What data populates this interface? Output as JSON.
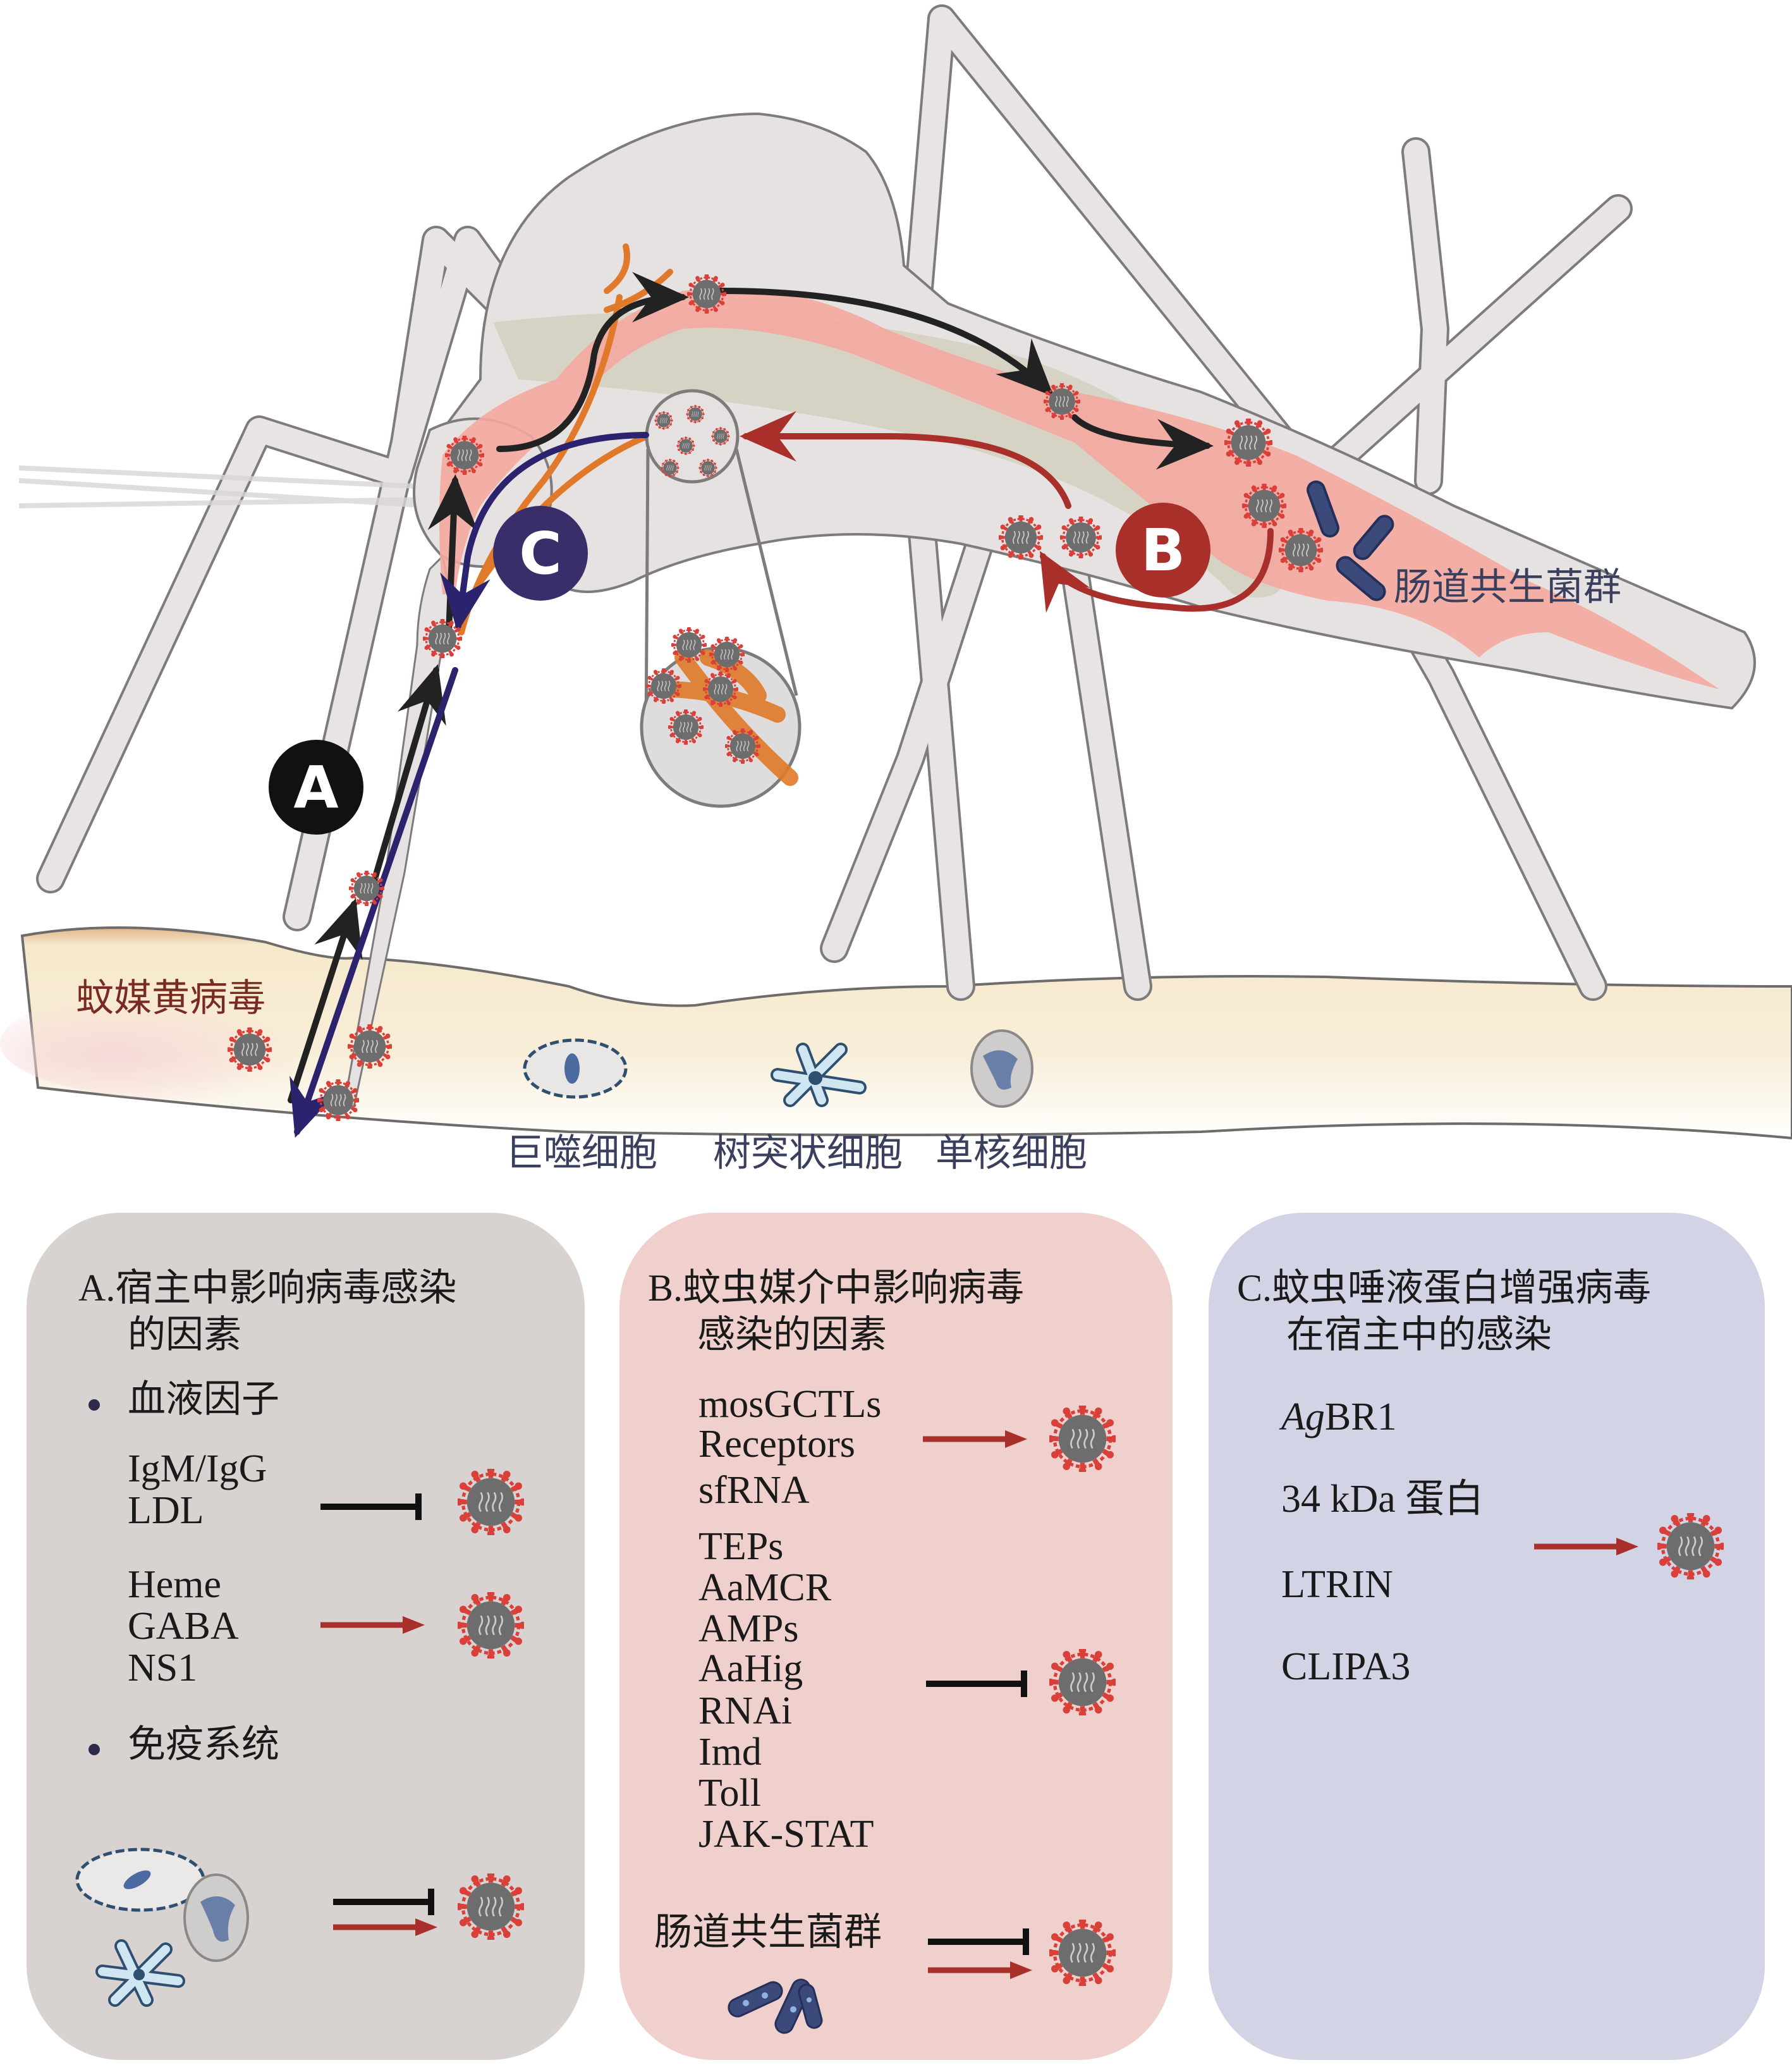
{
  "illustration": {
    "badges": [
      {
        "id": "A",
        "label": "A",
        "color": "#111111"
      },
      {
        "id": "B",
        "label": "B",
        "color": "#a9302a"
      },
      {
        "id": "C",
        "label": "C",
        "color": "#3a2e6a"
      }
    ],
    "skin_label": "蚊媒黄病毒",
    "gut_label": "肠道共生菌群",
    "cell_labels": [
      "巨噬细胞",
      "树突状细胞",
      "单核细胞"
    ],
    "colors": {
      "path_black": "#222222",
      "path_red": "#a9302a",
      "path_blue": "#2b236e",
      "gut": "#f4a9a0",
      "body": "#e6e2e1",
      "outline": "#7d7b7b",
      "salivary": "#e07a2a",
      "skin": "#f7ecd3",
      "virus_core": "#6e6d6d",
      "virus_spikes": "#d9403a",
      "bacteria": "#3b4a7a"
    }
  },
  "panels": {
    "A": {
      "letter": "A.",
      "title_line1": "宿主中影响病毒感染",
      "title_line2": "的因素",
      "section1": "血液因子",
      "group1": [
        "IgM/IgG",
        "LDL"
      ],
      "group1_effect": "inhibit",
      "group2": [
        "Heme",
        "GABA",
        "NS1"
      ],
      "group2_effect": "promote",
      "section2": "免疫系统",
      "group3_effect": "inhibit-and-promote",
      "background": "#d8d2d0"
    },
    "B": {
      "letter": "B.",
      "title_line1": "蚊虫媒介中影响病毒",
      "title_line2": "感染的因素",
      "group1": [
        "mosGCTLs",
        "Receptors",
        "sfRNA"
      ],
      "group1_effect": "promote",
      "group2": [
        "TEPs",
        "AaMCR",
        "AMPs",
        "AaHig",
        "RNAi",
        "Imd",
        "Toll",
        "JAK-STAT"
      ],
      "group2_effect": "inhibit",
      "group3_label": "肠道共生菌群",
      "group3_effect": "inhibit-and-promote",
      "background": "#efd0cc"
    },
    "C": {
      "letter": "C.",
      "title_line1": "蚊虫唾液蛋白增强病毒",
      "title_line2": "在宿主中的感染",
      "items": [
        {
          "italic": "Ag",
          "rest": "BR1"
        },
        {
          "italic": "",
          "rest": "34 kDa 蛋白"
        },
        {
          "italic": "",
          "rest": "LTRIN"
        },
        {
          "italic": "",
          "rest": "CLIPA3"
        }
      ],
      "effect": "promote",
      "background": "#d3d3e6"
    }
  }
}
